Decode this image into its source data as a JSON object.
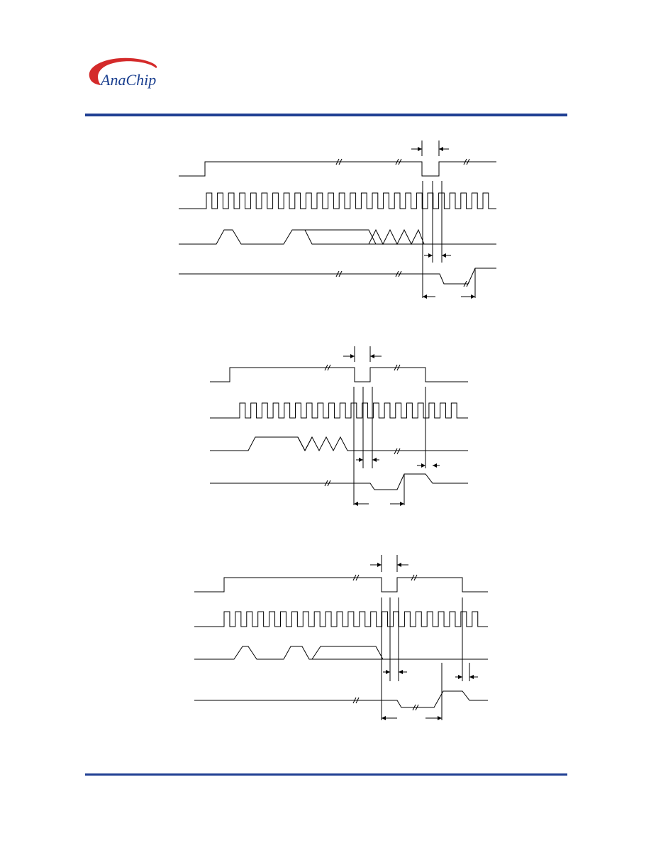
{
  "header": {
    "logo_text": "AnaChip",
    "colors": {
      "logo_swoosh": "#d42a2a",
      "logo_text": "#1a3f8f",
      "rule": "#1f3f93"
    }
  },
  "diagrams": [
    {
      "name": "timing-diagram-1"
    },
    {
      "name": "timing-diagram-2"
    },
    {
      "name": "timing-diagram-3"
    }
  ]
}
